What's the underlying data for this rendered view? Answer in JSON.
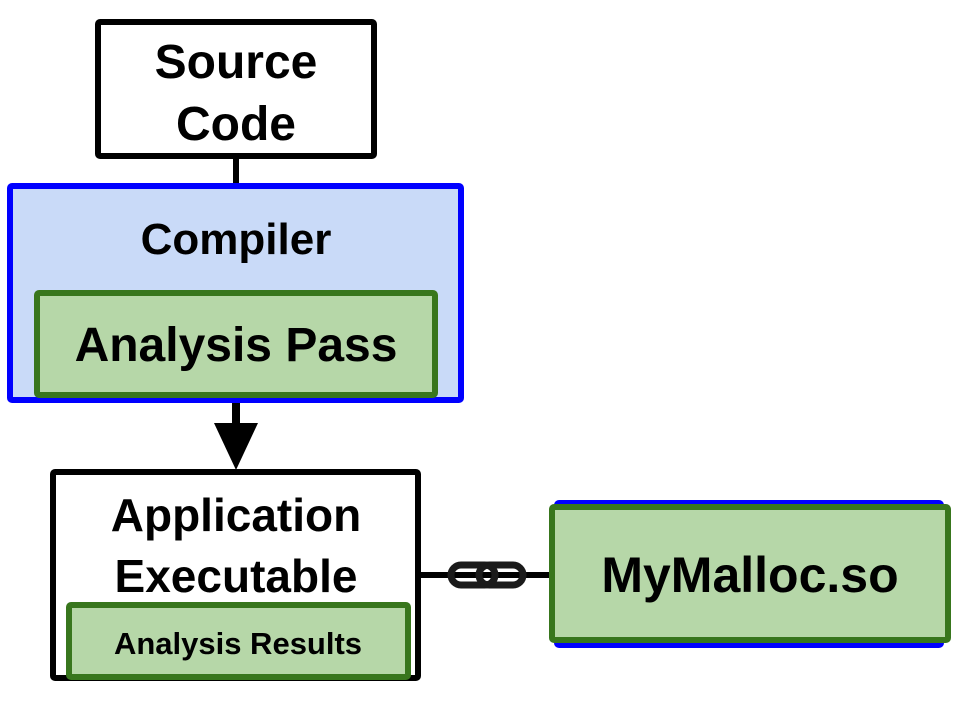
{
  "diagram": {
    "source_code": {
      "line1": "Source",
      "line2": "Code"
    },
    "compiler": {
      "title": "Compiler",
      "analysis_pass": "Analysis Pass"
    },
    "application": {
      "line1": "Application",
      "line2": "Executable",
      "analysis_results": "Analysis Results"
    },
    "library": {
      "label": "MyMalloc.so"
    },
    "icons": {
      "link": "chain-link-icon",
      "arrow": "arrow-down-icon"
    },
    "colors": {
      "compiler_fill": "#c9daf8",
      "compiler_border": "#0000ff",
      "green_fill": "#b6d7a8",
      "green_border": "#38761d",
      "box_border": "#000000"
    }
  }
}
